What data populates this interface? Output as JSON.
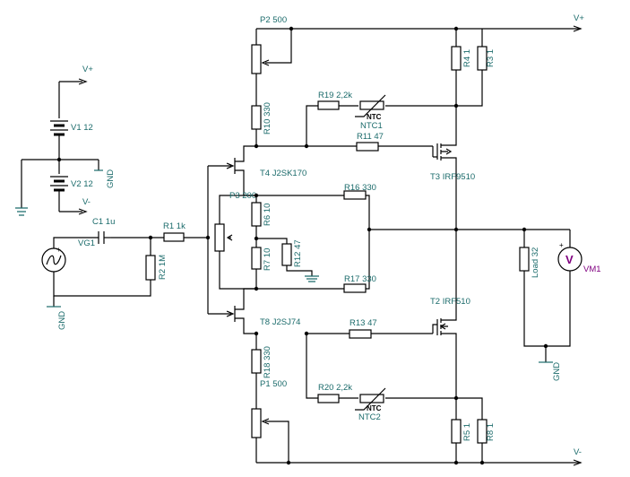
{
  "rails": {
    "vplus": "V+",
    "vminus": "V-",
    "gnd": "GND"
  },
  "sources": {
    "v1": "V1 12",
    "v2": "V2 12",
    "vg1": "VG1",
    "meter": "VM1",
    "meter_symbol": "V"
  },
  "components": {
    "p2": "P2 500",
    "p1": "P1 500",
    "p3": "P3 200",
    "c1": "C1 1u",
    "r1": "R1 1k",
    "r2": "R2 1M",
    "r3": "R3 1",
    "r4": "R4 1",
    "r5": "R5 1",
    "r6": "R6 10",
    "r7": "R7 10",
    "r8": "R8 1",
    "r10": "R10 330",
    "r11": "R11 47",
    "r12": "R12 47",
    "r13": "R13 47",
    "r16": "R16 330",
    "r17": "R17 330",
    "r18": "R18 330",
    "r19": "R19 2,2k",
    "r20": "R20 2,2k",
    "ntc1": "NTC1",
    "ntc2": "NTC2",
    "ntc_tag": "NTC",
    "load": "Load 32"
  },
  "transistors": {
    "t4": "T4 J2SK170",
    "t8": "T8 J2SJ74",
    "t3": "T3 IRF9510",
    "t2": "T2 IRF510"
  },
  "colors": {
    "label": "#1b6b6b",
    "meter_label": "#800080",
    "wire": "#000000"
  }
}
